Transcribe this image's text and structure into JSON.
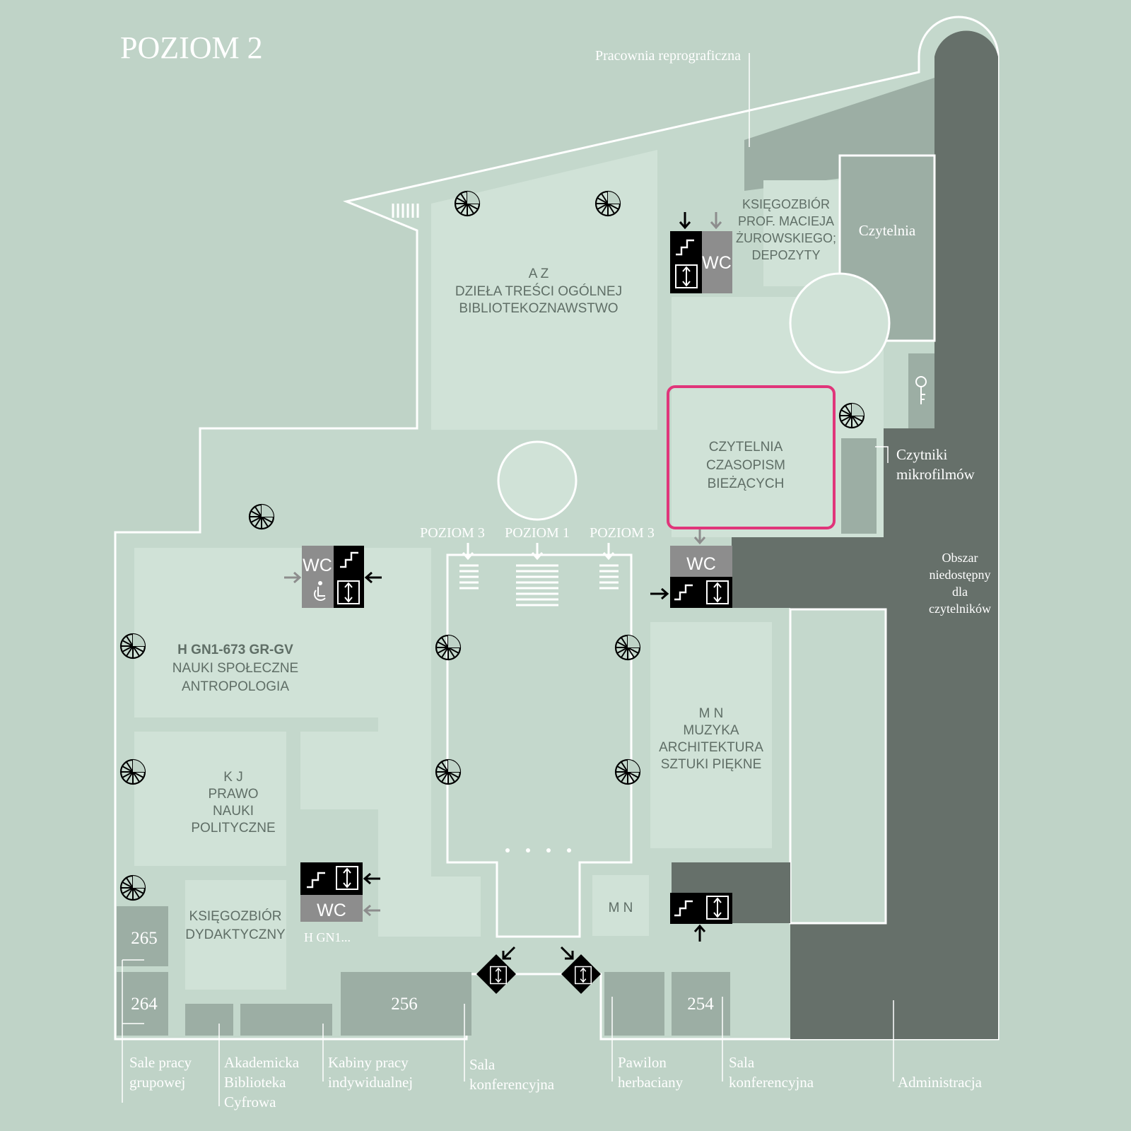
{
  "title": "POZIOM 2",
  "rooms": {
    "az_letters": "A Z",
    "az_line1": "DZIEŁA TREŚCI OGÓLNEJ",
    "az_line2": "BIBLIOTEKOZNAWSTWO",
    "ksiegozbior1": "KSIĘGOZBIÓR",
    "ksiegozbior2": "PROF. MACIEJA",
    "ksiegozbior3": "ŻUROWSKIEGO;",
    "ksiegozbior4": "DEPOZYTY",
    "czytelnia": "Czytelnia",
    "czas1": "CZYTELNIA",
    "czas2": "CZASOPISM",
    "czas3": "BIEŻĄCYCH",
    "h_letters": "H GN1-673 GR-GV",
    "h_line1": "NAUKI SPOŁECZNE",
    "h_line2": "ANTROPOLOGIA",
    "kj_letters": "K J",
    "kj_line1": "PRAWO",
    "kj_line2": "NAUKI",
    "kj_line3": "POLITYCZNE",
    "did1": "KSIĘGOZBIÓR",
    "did2": "DYDAKTYCZNY",
    "mn_letters": "M N",
    "mn_line1": "MUZYKA",
    "mn_line2": "ARCHITEKTURA",
    "mn_line3": "SZTUKI PIĘKNE",
    "mn_small": "M N",
    "hgn_small": "H GN1...",
    "obszar1": "Obszar",
    "obszar2": "niedostępny",
    "obszar3": "dla",
    "obszar4": "czytelników",
    "r265": "265",
    "r264": "264",
    "r256": "256",
    "r254": "254"
  },
  "levels": {
    "left": "POZIOM 3",
    "center": "POZIOM 1",
    "right": "POZIOM 3"
  },
  "wc": "WC",
  "callouts": {
    "repro": "Pracownia reprograficzna",
    "czytniki1": "Czytniki",
    "czytniki2": "mikrofilmów",
    "sale1": "Sale pracy",
    "sale2": "grupowej",
    "abc1": "Akademicka",
    "abc2": "Biblioteka",
    "abc3": "Cyfrowa",
    "kab1": "Kabiny pracy",
    "kab2": "indywidualnej",
    "salak1": "Sala",
    "salak2": "konferencyjna",
    "paw1": "Pawilon",
    "paw2": "herbaciany",
    "salak3": "Sala",
    "salak4": "konferencyjna",
    "admin": "Administracja"
  },
  "colors": {
    "background": "#bfd3c7",
    "room_light": "#d0e2d7",
    "room_medium": "#9caea4",
    "restricted": "#66706a",
    "highlight": "#e0357a"
  }
}
